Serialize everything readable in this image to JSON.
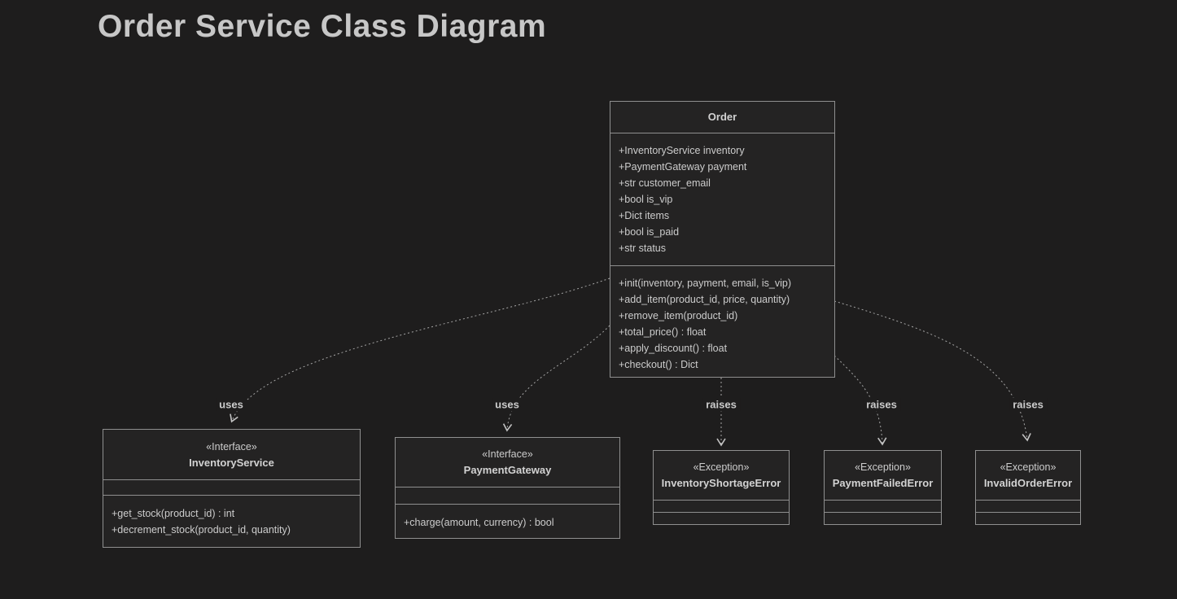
{
  "page": {
    "title": "Order Service Class Diagram"
  },
  "colors": {
    "background": "#1e1d1d",
    "node_fill": "#242323",
    "node_border": "#8f8f8f",
    "text": "#cccccc",
    "edge": "#a5a5a5"
  },
  "classes": {
    "order": {
      "name": "Order",
      "attributes": [
        "+InventoryService inventory",
        "+PaymentGateway payment",
        "+str customer_email",
        "+bool is_vip",
        "+Dict items",
        "+bool is_paid",
        "+str status"
      ],
      "methods": [
        "+init(inventory, payment, email, is_vip)",
        "+add_item(product_id, price, quantity)",
        "+remove_item(product_id)",
        "+total_price() : float",
        "+apply_discount() : float",
        "+checkout() : Dict"
      ]
    },
    "inventory_service": {
      "stereotype": "«Interface»",
      "name": "InventoryService",
      "methods": [
        "+get_stock(product_id) : int",
        "+decrement_stock(product_id, quantity)"
      ]
    },
    "payment_gateway": {
      "stereotype": "«Interface»",
      "name": "PaymentGateway",
      "methods": [
        "+charge(amount, currency) : bool"
      ]
    },
    "inventory_shortage_error": {
      "stereotype": "«Exception»",
      "name": "InventoryShortageError"
    },
    "payment_failed_error": {
      "stereotype": "«Exception»",
      "name": "PaymentFailedError"
    },
    "invalid_order_error": {
      "stereotype": "«Exception»",
      "name": "InvalidOrderError"
    }
  },
  "edges": {
    "uses_inventory": {
      "label": "uses"
    },
    "uses_payment": {
      "label": "uses"
    },
    "raises_shortage": {
      "label": "raises"
    },
    "raises_payment_failed": {
      "label": "raises"
    },
    "raises_invalid_order": {
      "label": "raises"
    }
  }
}
